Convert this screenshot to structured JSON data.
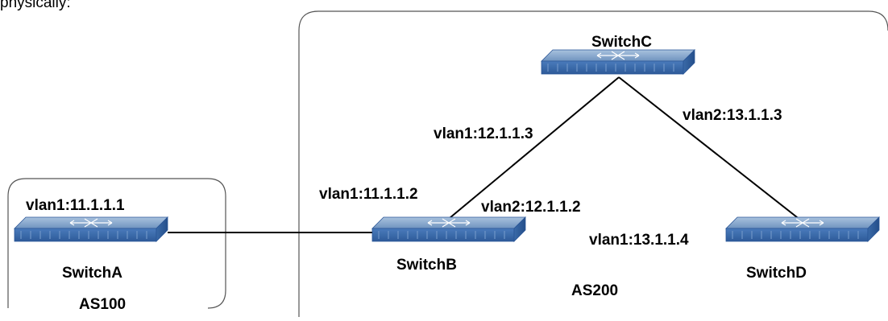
{
  "intro_text": "physically:",
  "colors": {
    "switch_top": "#7a9cc4",
    "switch_front": "#3f6fb0",
    "switch_stripe": "#2a5596",
    "link": "#000000",
    "box_border": "#555555"
  },
  "areas": [
    {
      "name": "AS100"
    },
    {
      "name": "AS200"
    }
  ],
  "switches": [
    {
      "name": "SwitchA",
      "icon": "network-switch-icon"
    },
    {
      "name": "SwitchB",
      "icon": "network-switch-icon"
    },
    {
      "name": "SwitchC",
      "icon": "network-switch-icon"
    },
    {
      "name": "SwitchD",
      "icon": "network-switch-icon"
    }
  ],
  "interfaces": [
    {
      "switch": "SwitchA",
      "label": "vlan1:11.1.1.1"
    },
    {
      "switch": "SwitchB",
      "label": "vlan1:11.1.1.2"
    },
    {
      "switch": "SwitchB",
      "label": "vlan2:12.1.1.2"
    },
    {
      "switch": "SwitchC",
      "label": "vlan1:12.1.1.3"
    },
    {
      "switch": "SwitchC",
      "label": "vlan2:13.1.1.3"
    },
    {
      "switch": "SwitchD",
      "label": "vlan1:13.1.1.4"
    }
  ],
  "links": [
    {
      "from": "SwitchA",
      "to": "SwitchB"
    },
    {
      "from": "SwitchB",
      "to": "SwitchC"
    },
    {
      "from": "SwitchC",
      "to": "SwitchD"
    }
  ]
}
